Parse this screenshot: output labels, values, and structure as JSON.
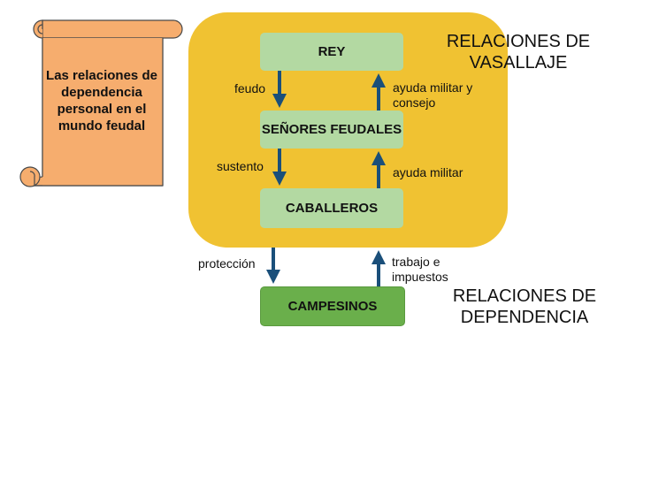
{
  "scroll": {
    "text": "Las relaciones de dependencia personal en el mundo feudal",
    "fill": "#f6ad6e",
    "stroke": "#4a4a4a"
  },
  "panel_color": "#f0c232",
  "box_colors": {
    "light": "#b3d9a2",
    "dark": "#6aaf4b"
  },
  "arrow_color": "#1a4f7a",
  "headings": {
    "vasallaje": "RELACIONES DE VASALLAJE",
    "dependencia": "RELACIONES DE DEPENDENCIA"
  },
  "boxes": {
    "rey": "REY",
    "senores": "SEÑORES FEUDALES",
    "caballeros": "CABALLEROS",
    "campesinos": "CAMPESINOS"
  },
  "labels": {
    "feudo": "feudo",
    "ayuda_consejo": "ayuda militar y consejo",
    "sustento": "sustento",
    "ayuda_militar": "ayuda militar",
    "proteccion": "protección",
    "trabajo": "trabajo e impuestos"
  }
}
